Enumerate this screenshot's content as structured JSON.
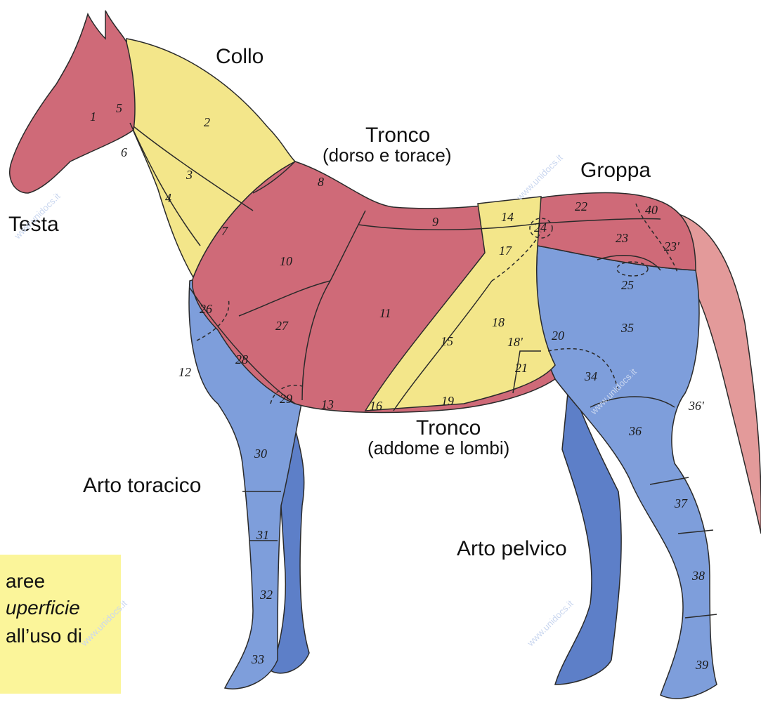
{
  "regions": {
    "collo": "Collo",
    "testa": "Testa",
    "tronco_top": "Tronco",
    "tronco_top_sub": "(dorso e torace)",
    "groppa": "Groppa",
    "tronco_bottom": "Tronco",
    "tronco_bottom_sub": "(addome e lombi)",
    "arto_toracico": "Arto toracico",
    "arto_pelvico": "Arto pelvico"
  },
  "note": {
    "line1": "aree",
    "line2": "uperficie",
    "line3": "all’uso di"
  },
  "watermark": "www.unidocs.it",
  "numbers": [
    "1",
    "2",
    "3",
    "4",
    "5",
    "6",
    "7",
    "8",
    "9",
    "10",
    "11",
    "12",
    "13",
    "14",
    "15",
    "16",
    "17",
    "18",
    "18'",
    "19",
    "20",
    "21",
    "22",
    "23",
    "23'",
    "24",
    "25",
    "26",
    "27",
    "28",
    "29",
    "30",
    "31",
    "32",
    "33",
    "34",
    "35",
    "36",
    "36'",
    "37",
    "38",
    "39",
    "40"
  ],
  "colors": {
    "head_trunk": "#cf6a78",
    "neck_flank": "#f3e68a",
    "limbs": "#7e9edb",
    "outline": "#2a2a2a"
  }
}
